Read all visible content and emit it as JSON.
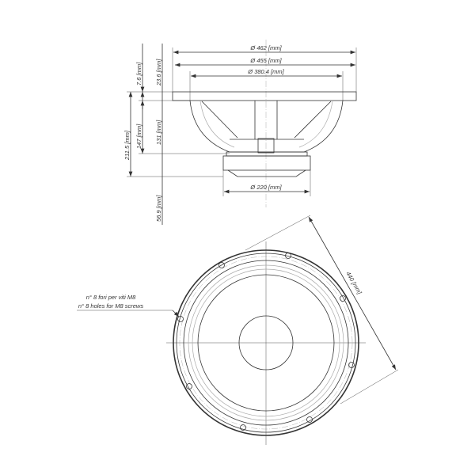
{
  "side_view": {
    "dim_462": "Ø 462 [mm]",
    "dim_455": "Ø 455 [mm]",
    "dim_380": "Ø 380.4 [mm]",
    "dim_220": "Ø 220 [mm]",
    "dim_7_6": "7.6 [mm]",
    "dim_23_6": "23.6 [mm]",
    "dim_211_5": "211.5 [mm]",
    "dim_147": "147 [mm]",
    "dim_131": "131 [mm]",
    "dim_56_9": "56.9 [mm]"
  },
  "front_view": {
    "dim_440": "440 [mm]",
    "note_it": "n° 8 fori per viti M8",
    "note_en": "n° 8 holes for M8 screws",
    "hole_count": 8
  }
}
